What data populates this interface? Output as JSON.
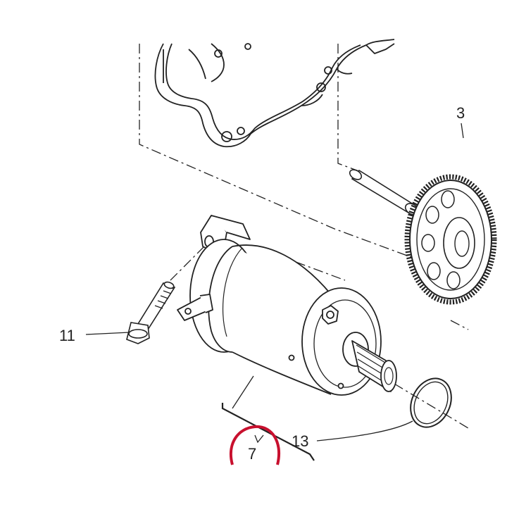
{
  "diagram": {
    "callouts": {
      "part_3": "3",
      "part_7": "7",
      "part_11": "11",
      "part_13": "13"
    },
    "colors": {
      "ink": "#222222",
      "highlight_circle": "#c8102e",
      "background": "#ffffff"
    }
  }
}
